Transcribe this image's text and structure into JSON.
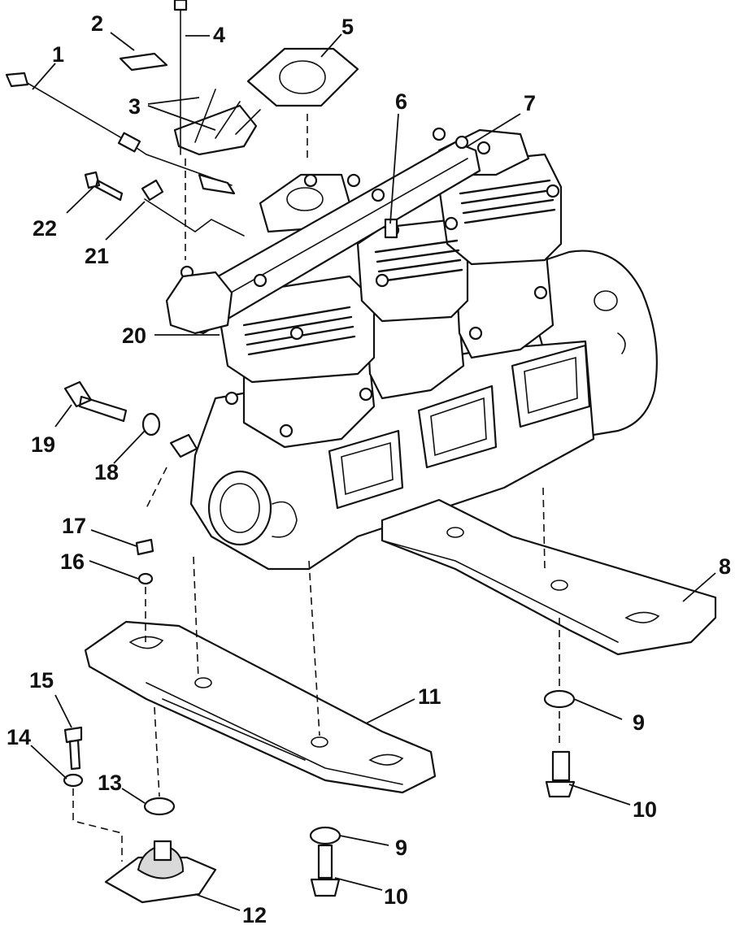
{
  "callouts": [
    {
      "id": "c1",
      "label": "1"
    },
    {
      "id": "c2",
      "label": "2"
    },
    {
      "id": "c3",
      "label": "3"
    },
    {
      "id": "c4",
      "label": "4"
    },
    {
      "id": "c5",
      "label": "5"
    },
    {
      "id": "c6",
      "label": "6"
    },
    {
      "id": "c7",
      "label": "7"
    },
    {
      "id": "c8",
      "label": "8"
    },
    {
      "id": "c9a",
      "label": "9"
    },
    {
      "id": "c9b",
      "label": "9"
    },
    {
      "id": "c10a",
      "label": "10"
    },
    {
      "id": "c10b",
      "label": "10"
    },
    {
      "id": "c11",
      "label": "11"
    },
    {
      "id": "c12",
      "label": "12"
    },
    {
      "id": "c13",
      "label": "13"
    },
    {
      "id": "c14",
      "label": "14"
    },
    {
      "id": "c15",
      "label": "15"
    },
    {
      "id": "c16",
      "label": "16"
    },
    {
      "id": "c17",
      "label": "17"
    },
    {
      "id": "c18",
      "label": "18"
    },
    {
      "id": "c19",
      "label": "19"
    },
    {
      "id": "c20",
      "label": "20"
    },
    {
      "id": "c21",
      "label": "21"
    },
    {
      "id": "c22",
      "label": "22"
    }
  ]
}
